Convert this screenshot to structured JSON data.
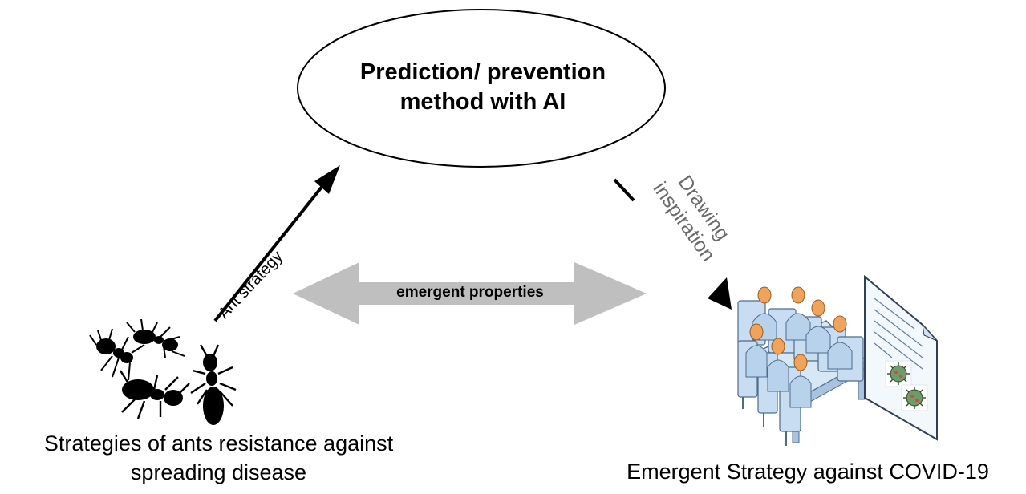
{
  "diagram": {
    "center_node": {
      "line1": "Prediction/ prevention",
      "line2": "method with AI"
    },
    "left_arrow_label": "Ant strategy",
    "right_arrow_label": {
      "line1": "Drawing",
      "line2": "inspiration"
    },
    "double_arrow_label": "emergent properties",
    "left_caption": {
      "line1": "Strategies of ants resistance against",
      "line2": "spreading disease"
    },
    "right_caption": "Emergent Strategy against COVID-19",
    "icons": {
      "left": "ants-icon",
      "right": "meeting-room-icon",
      "document": "document-icon",
      "virus": "virus-icon"
    },
    "colors": {
      "double_arrow": "#bfbfbf",
      "dark_arrow": "#000000",
      "right_label": "#6a6a6a",
      "people": "#f0a35c",
      "furniture": "#c9ddf2"
    }
  }
}
